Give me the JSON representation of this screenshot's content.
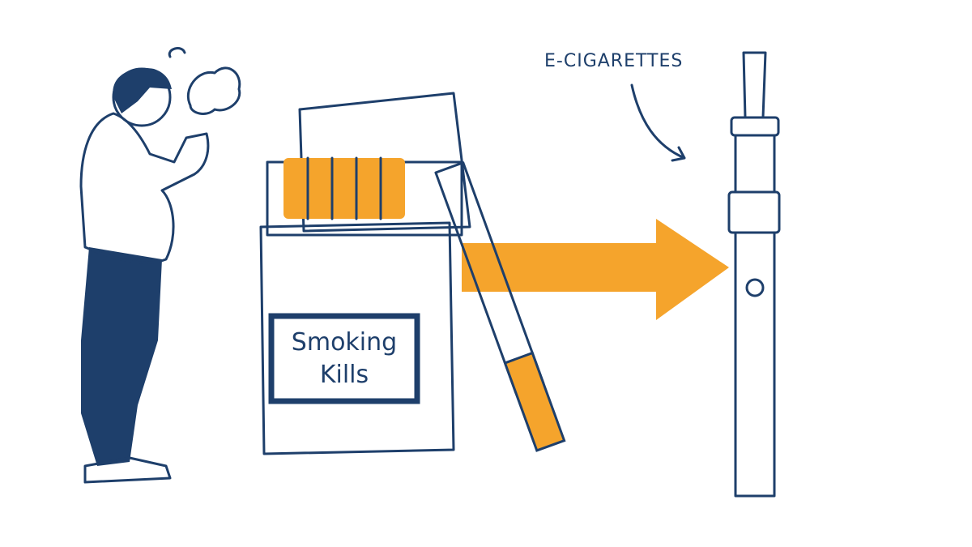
{
  "colors": {
    "ink": "#1e3f6b",
    "accent": "#f5a42c",
    "background": "#ffffff"
  },
  "pack_warning": {
    "line1": "Smoking",
    "line2": "Kills"
  },
  "ecig_label": "E-CIGARETTES"
}
